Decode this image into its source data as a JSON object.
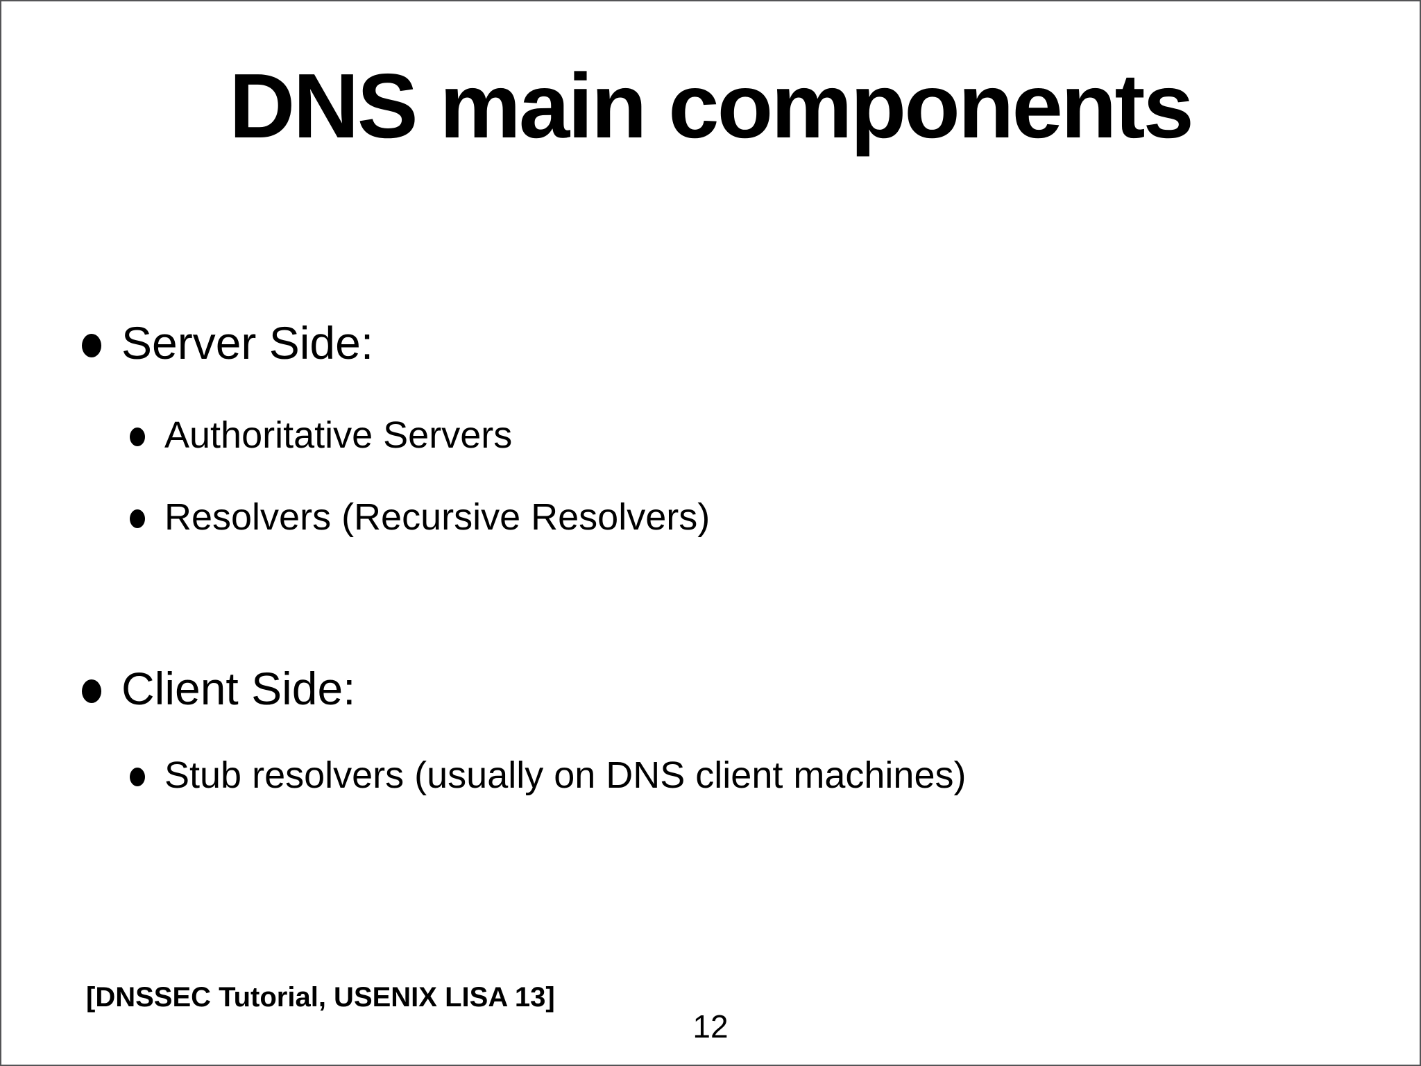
{
  "slide": {
    "title": "DNS main components",
    "sections": [
      {
        "heading": "Server Side:",
        "items": [
          "Authoritative Servers",
          "Resolvers (Recursive Resolvers)"
        ]
      },
      {
        "heading": "Client Side:",
        "items": [
          "Stub resolvers (usually on DNS client machines)"
        ]
      }
    ],
    "footer_citation": "[DNSSEC Tutorial, USENIX LISA 13]",
    "page_number": "12",
    "colors": {
      "background": "#ffffff",
      "text": "#000000",
      "border": "#545456"
    }
  }
}
